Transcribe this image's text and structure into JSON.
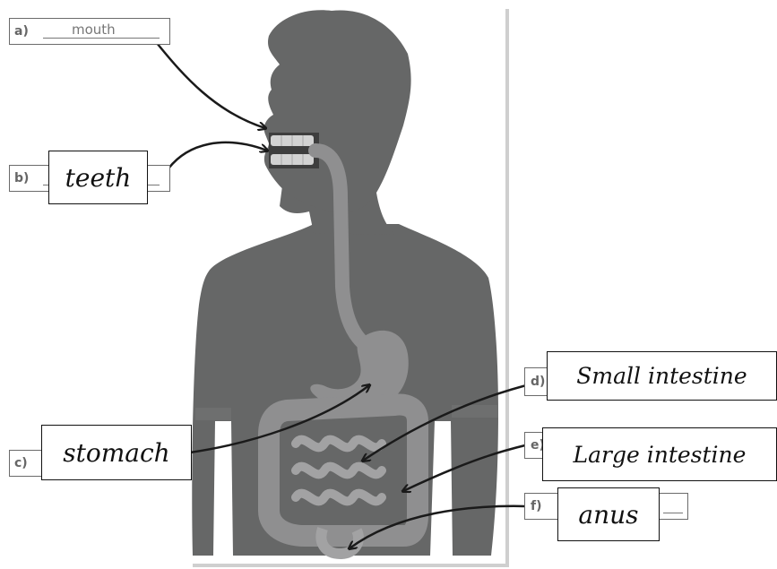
{
  "diagram": {
    "labels": {
      "a": {
        "letter": "a)",
        "printed_answer": "mouth"
      },
      "b": {
        "letter": "b)",
        "answer": "teeth"
      },
      "c": {
        "letter": "c)",
        "answer": "stomach"
      },
      "d": {
        "letter": "d)",
        "answer": "Small intestine"
      },
      "e": {
        "letter": "e)",
        "answer": "Large intestine"
      },
      "f": {
        "letter": "f)",
        "answer": "anus"
      }
    },
    "colors": {
      "body": "#666767",
      "organs": "#8f8f90",
      "teeth": "#d2d2d2",
      "frame": "#cfcfcf",
      "arrow": "#1a1a1a"
    }
  }
}
